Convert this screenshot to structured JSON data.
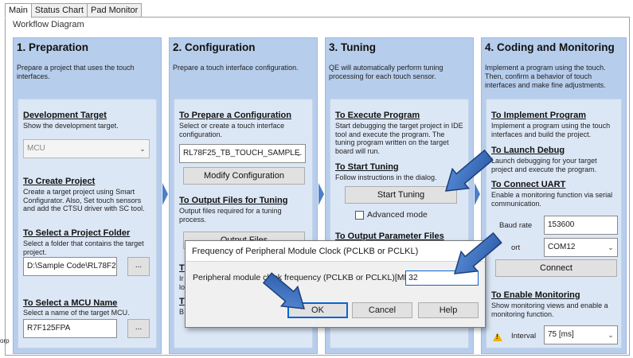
{
  "tabs": [
    "Main",
    "Status Chart",
    "Pad Monitor"
  ],
  "workflow_label": "Workflow Diagram",
  "phases": [
    {
      "title": "1. Preparation",
      "desc": "Prepare a project that uses the touch interfaces."
    },
    {
      "title": "2. Configuration",
      "desc": "Prepare a touch interface configuration."
    },
    {
      "title": "3. Tuning",
      "desc": "QE will automatically perform tuning processing for each touch sensor."
    },
    {
      "title": "4. Coding and Monitoring",
      "desc": "Implement a program using the touch. Then, confirm a behavior of touch interfaces and make fine adjustments."
    }
  ],
  "prep": {
    "dev_target_title": "Development Target",
    "dev_target_desc": "Show the development target.",
    "mcu_value": "MCU",
    "create_title": "To Create Project",
    "create_desc": "Create a target project using Smart Configurator. Also, Set touch sensors and add the CTSU driver with SC tool.",
    "folder_title": "To Select a Project Folder",
    "folder_desc": "Select a folder that contains the target project.",
    "folder_value": "D:\\Sample Code\\RL78F25,",
    "browse_label": "...",
    "mcu_name_title": "To Select a MCU Name",
    "mcu_name_desc": "Select a name of the target MCU.",
    "mcu_name_value": "R7F125FPA",
    "mcu_browse_label": "..."
  },
  "config": {
    "prepare_title": "To Prepare a Configuration",
    "prepare_desc": "Select or create a touch interface configuration.",
    "config_value": "RL78F25_TB_TOUCH_SAMPLE.",
    "modify_label": "Modify Configuration",
    "output_title": "To Output Files for Tuning",
    "output_desc": "Output files required for a tuning process.",
    "output_btn_label": "Output Files",
    "partial_1": "T",
    "partial_2": "Ir",
    "partial_3": "lo",
    "partial_4": "T",
    "partial_5": "B"
  },
  "tuning": {
    "execute_title": "To Execute Program",
    "execute_desc": "Start debugging the target project in IDE tool and execute the program. The tuning program written on the target board will run.",
    "start_title": "To Start Tuning",
    "start_desc": "Follow instructions in the dialog.",
    "start_btn_label": "Start Tuning",
    "advanced_label": "Advanced mode",
    "output_param_title": "To Output Parameter Files"
  },
  "coding": {
    "implement_title": "To Implement Program",
    "implement_desc": "Implement a program using the touch interfaces and build the project.",
    "launch_title": "To Launch Debug",
    "launch_desc": "Launch debugging for your target project and execute the program.",
    "uart_title": "To Connect UART",
    "uart_desc": "Enable a monitoring function via serial communication.",
    "baud_label": "Baud rate",
    "baud_value": "153600",
    "port_label": "ort",
    "port_value": "COM12",
    "connect_label": "Connect",
    "monitor_title": "To Enable Monitoring",
    "monitor_desc": "Show monitoring views and enable a monitoring function.",
    "interval_label": "Interval",
    "interval_value": "75 [ms]"
  },
  "dialog": {
    "title": "Frequency of Peripheral Module Clock (PCLKB or PCLKL)",
    "label": "Peripheral module clock frequency (PCLKB or PCLKL)[MHz]",
    "value": "32",
    "ok_label": "OK",
    "cancel_label": "Cancel",
    "help_label": "Help"
  },
  "edge_text": "orp",
  "colors": {
    "phase_bg": "#b7cdec",
    "inner_bg": "#dce7f6",
    "arrow": "#3a6fbf",
    "focus": "#0a64d2"
  }
}
